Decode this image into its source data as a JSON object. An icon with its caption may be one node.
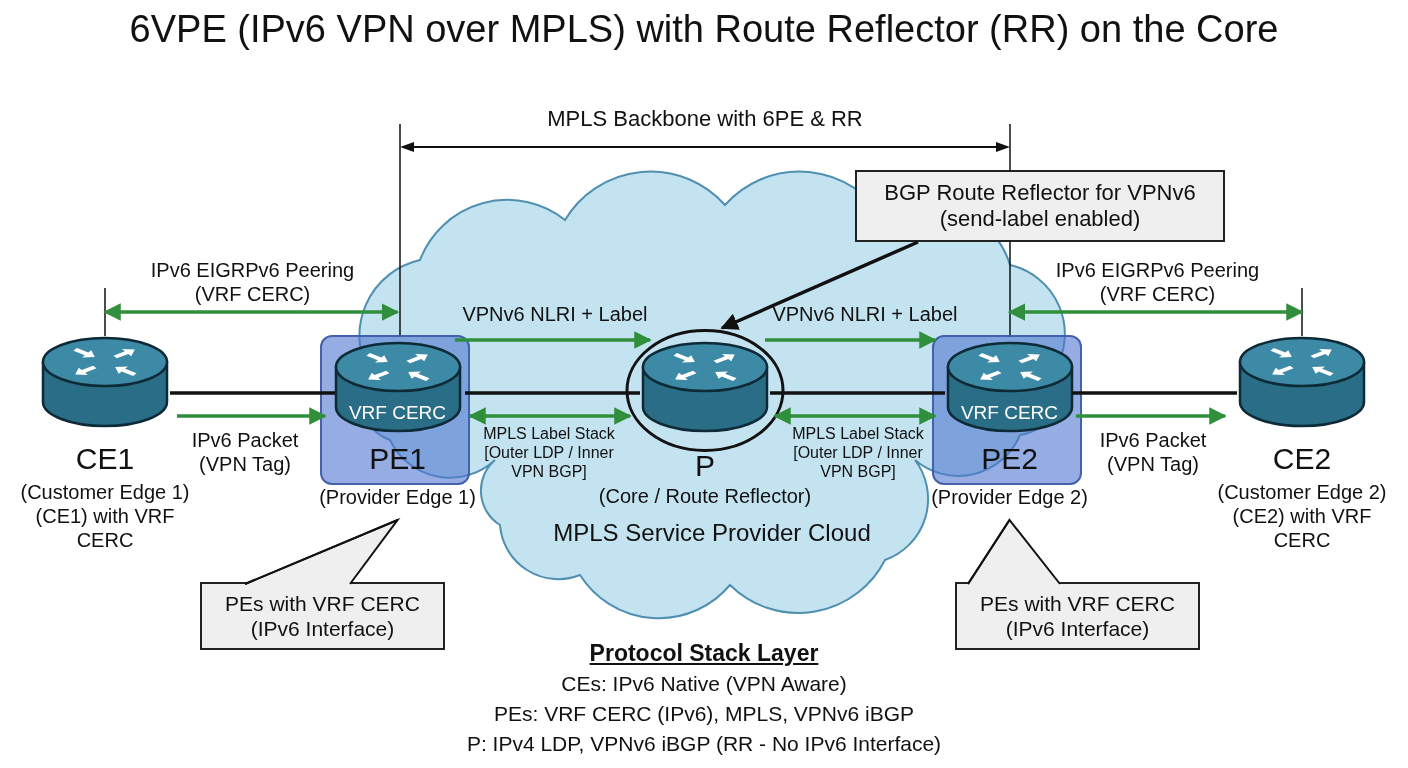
{
  "diagram": {
    "title": "6VPE (IPv6 VPN over MPLS) with Route Reflector (RR) on the Core",
    "nodes": [
      {
        "text": [
          "MPLS Service Provider Cloud"
        ]
      },
      {
        "text": [
          "BGP Route Reflector for VPNv6 (send-label enabled)"
        ]
      },
      {
        "text": [
          "CE1",
          "(Customer Edge 1) (CE1) with VRF CERC"
        ]
      },
      {
        "text": [
          "VRF CERC",
          "PE1",
          "(Provider Edge 1)"
        ]
      },
      {
        "text": [
          "P",
          "(Core / Route Reflector)"
        ],
        "in": 0
      },
      {
        "text": [
          "VRF CERC",
          "PE2",
          "(Provider Edge 2)"
        ]
      },
      {
        "text": [
          "CE2",
          "(Customer Edge 2) (CE2) with VRF CERC"
        ]
      },
      {
        "text": [
          "PEs with VRF CERC (IPv6 Interface)"
        ]
      },
      {
        "text": [
          "PEs with VRF CERC (IPv6 Interface)"
        ]
      }
    ],
    "edges": [
      {
        "from": 2,
        "to": 3,
        "arrow": "none",
        "color": "#111111"
      },
      {
        "from": 3,
        "to": 4,
        "arrow": "none",
        "color": "#111111"
      },
      {
        "from": 4,
        "to": 5,
        "arrow": "none",
        "color": "#111111"
      },
      {
        "from": 5,
        "to": 6,
        "arrow": "none",
        "color": "#111111"
      },
      {
        "from": 2,
        "to": 3,
        "arrow": "to",
        "label": "IPv6 Packet (VPN Tag)"
      },
      {
        "from": 3,
        "to": 4,
        "arrow": "to",
        "label": "VPNv6 NLRI + Label"
      },
      {
        "from": 3,
        "to": 4,
        "arrow": "both",
        "label": "MPLS Label Stack [Outer LDP / Inner VPN BGP]"
      },
      {
        "from": 4,
        "to": 5,
        "arrow": "to",
        "label": "VPNv6 NLRI + Label"
      },
      {
        "from": 4,
        "to": 5,
        "arrow": "both",
        "label": "MPLS Label Stack [Outer LDP / Inner VPN BGP]"
      },
      {
        "from": 5,
        "to": 6,
        "arrow": "to",
        "label": "IPv6 Packet (VPN Tag)"
      },
      {
        "from": 2,
        "to": 3,
        "arrow": "both",
        "label": "IPv6 EIGRPv6 Peering (VRF CERC)"
      },
      {
        "from": 5,
        "to": 6,
        "arrow": "both",
        "label": "IPv6 EIGRPv6 Peering (VRF CERC)"
      },
      {
        "from": 1,
        "to": 4,
        "arrow": "to",
        "color": "#111111"
      },
      {
        "from": 7,
        "to": 3,
        "arrow": "none",
        "color": "#111111"
      },
      {
        "from": 8,
        "to": 5,
        "arrow": "none",
        "color": "#111111"
      }
    ],
    "labels": [
      "MPLS Backbone with 6PE & RR",
      "Protocol Stack Layer",
      "CEs: IPv6 Native (VPN Aware)",
      "PEs: VRF CERC (IPv6), MPLS, VPNv6 iBGP",
      "P: IPv4 LDP, VPNv6 iBGP (RR - No IPv6 Interface)"
    ]
  }
}
